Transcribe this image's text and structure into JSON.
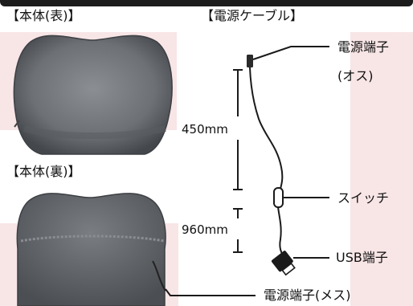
{
  "headings": {
    "front": "【本体(表)】",
    "cable": "【電源ケーブル】",
    "back": "【本体(裏)】"
  },
  "callouts": {
    "power_terminal_male_line1": "電源端子",
    "power_terminal_male_line2": "(オス)",
    "switch": "スイッチ",
    "usb": "USB端子",
    "power_terminal_female": "電源端子(メス)"
  },
  "dimensions": {
    "upper": "450mm",
    "lower": "960mm"
  },
  "colors": {
    "background": "#ffffff",
    "highlight_pink": "#f8e5e6",
    "cushion_gray": "#6b6e72",
    "line": "#1a1a1a"
  }
}
